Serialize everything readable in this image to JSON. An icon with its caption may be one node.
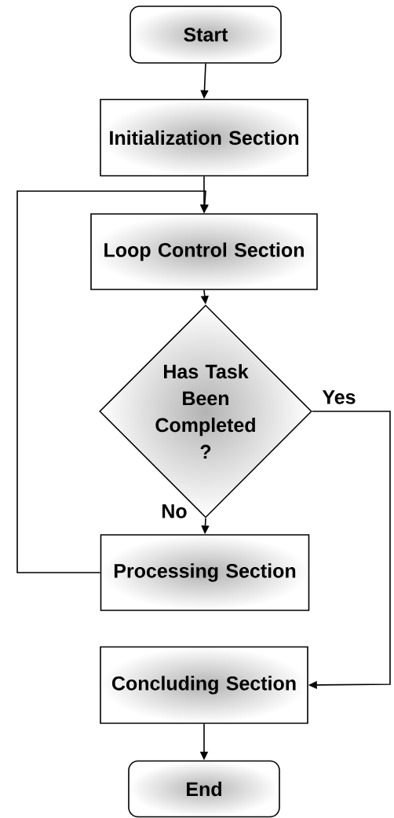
{
  "diagram": {
    "nodes": [
      {
        "text": [
          "Start"
        ]
      },
      {
        "text": [
          "Initialization Section"
        ]
      },
      {
        "text": [
          "Loop Control Section"
        ]
      },
      {
        "text": [
          "Has Task Been Completed ?"
        ]
      },
      {
        "text": [
          "Processing Section"
        ]
      },
      {
        "text": [
          "Concluding Section"
        ]
      },
      {
        "text": [
          "End"
        ]
      }
    ],
    "edges": [
      {
        "from": 0,
        "to": 1,
        "arrow": "to"
      },
      {
        "from": 1,
        "to": 2,
        "arrow": "to"
      },
      {
        "from": 2,
        "to": 3,
        "arrow": "to"
      },
      {
        "from": 3,
        "to": 4,
        "arrow": "to",
        "label": "No"
      },
      {
        "from": 3,
        "to": 5,
        "arrow": "to",
        "label": "Yes"
      },
      {
        "from": 4,
        "to": 2,
        "arrow": "to"
      },
      {
        "from": 5,
        "to": 6,
        "arrow": "to"
      }
    ]
  }
}
